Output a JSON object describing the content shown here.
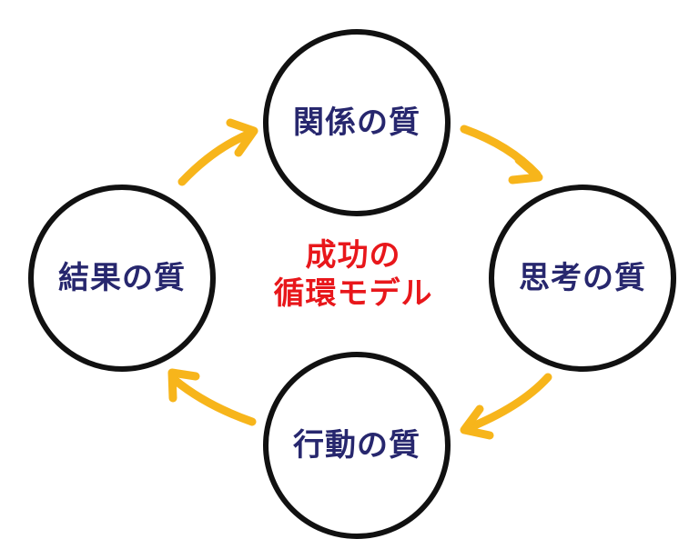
{
  "center": {
    "line1": "成功の",
    "line2": "循環モデル"
  },
  "nodes": {
    "relationship": "関係の質",
    "thinking": "思考の質",
    "action": "行動の質",
    "result": "結果の質"
  },
  "colors": {
    "node_text": "#27276e",
    "center_text": "#e8171b",
    "arrow": "#f7b51b",
    "circle_stroke": "#111111"
  }
}
